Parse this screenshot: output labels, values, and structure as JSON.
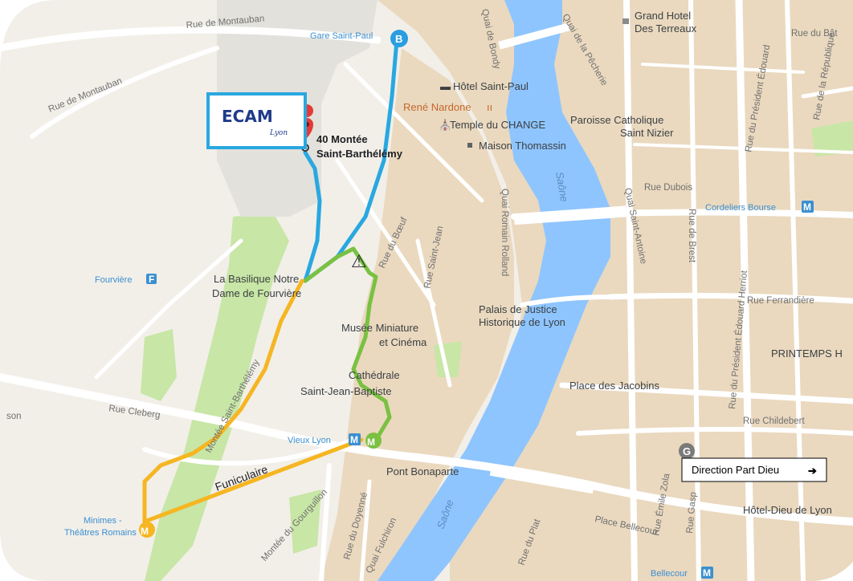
{
  "map": {
    "colors": {
      "land": "#f2efe9",
      "urban": "#ead9bf",
      "park": "#c8e6a6",
      "water": "#8ec5ff",
      "road": "#ffffff",
      "route_blue": "#29a8e0",
      "route_green": "#7ac142",
      "route_orange": "#f5b622",
      "metro_blue": "#3b8fd0"
    },
    "places": {
      "grand_hotel_1": "Grand Hotel",
      "grand_hotel_2": "Des Terreaux",
      "gare_saint_paul": "Gare Saint-Paul",
      "hotel_saint_paul": "Hôtel Saint-Paul",
      "rene_nardone": "René Nardone",
      "temple_change": "Temple du CHANGE",
      "paroisse_1": "Paroisse Catholique",
      "paroisse_2": "Saint Nizier",
      "maison_thomassin": "Maison Thomassin",
      "destination_1": "40 Montée",
      "destination_2": "Saint-Barthélémy",
      "cordeliers_bourse": "Cordeliers Bourse",
      "fourviere": "Fourvière",
      "basilique_1": "La Basilique Notre",
      "basilique_2": "Dame de Fourvière",
      "palais_1": "Palais de Justice",
      "palais_2": "Historique de Lyon",
      "musee_1": "Musée Miniature",
      "musee_2": "et Cinéma",
      "printemps": "PRINTEMPS H",
      "cathedrale_1": "Cathédrale",
      "cathedrale_2": "Saint-Jean-Baptiste",
      "place_jacobins": "Place des Jacobins",
      "vieux_lyon": "Vieux Lyon",
      "pont_bonaparte": "Pont Bonaparte",
      "minimes_1": "Minimes -",
      "minimes_2": "Théâtres Romains",
      "hotel_dieu": "Hôtel-Dieu de Lyon",
      "bellecour": "Bellecour",
      "place_bellecour": "Place Bellecour",
      "saone_1": "Saône",
      "saone_2": "Saône"
    },
    "streets": {
      "rue_montauban_1": "Rue de Montauban",
      "rue_montauban_2": "Rue de Montauban",
      "quai_bondy": "Quai de Bondy",
      "quai_pecherie": "Quai de la Pêcherie",
      "rue_batonnier": "Rue du Bât",
      "rue_president_edouard": "Rue du Président Édouard",
      "rue_republique": "Rue de la République",
      "rue_dubois": "Rue Dubois",
      "quai_saint_antoine": "Quai Saint-Antoine",
      "quai_romain_rolland": "Quai Romain Rolland",
      "rue_saint_jean": "Rue Saint-Jean",
      "rue_du_boeuf": "Rue du Bœuf",
      "rue_de_brest": "Rue de Brest",
      "rue_ferrandiere": "Rue Ferrandière",
      "rue_president_herriot": "Rue du Président Édouard Herriot",
      "rue_cleberg": "Rue Cleberg",
      "montee_saint_barthelemy": "Montée Saint-Barthélémy",
      "rue_childebert": "Rue Childebert",
      "rue_emile_zola": "Rue Émile Zola",
      "rue_gasparin": "Rue Gasp",
      "rue_du_doyenne": "Rue du Doyenné",
      "quai_fulchiron": "Quai Fulchiron",
      "rue_du_plat": "Rue du Plat",
      "montee_du_gourguillon": "Montée du Gourguillon",
      "son_fragment": "son"
    },
    "routes": {
      "funiculaire": "Funiculaire"
    },
    "markers": {
      "start_letter": "B",
      "end_letter": "G",
      "metro_letter": "M",
      "warning_symbol": "⚠",
      "fourviere_badge": "F"
    },
    "logo": {
      "text": "ECAM",
      "subtitle": "Lyon"
    },
    "direction_box": {
      "label": "Direction Part Dieu",
      "arrow": "➔"
    }
  }
}
